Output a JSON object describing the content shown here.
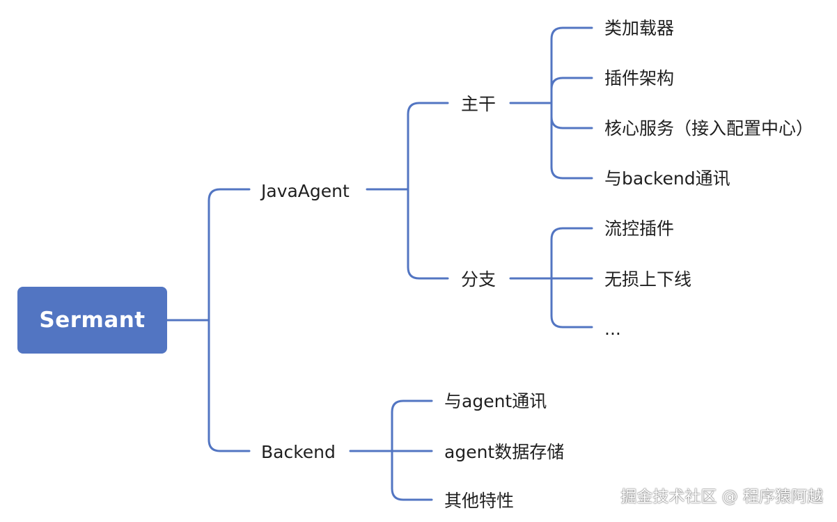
{
  "root": {
    "label": "Sermant"
  },
  "javaagent": {
    "label": "JavaAgent",
    "trunk": {
      "label": "主干",
      "items": [
        "类加载器",
        "插件架构",
        "核心服务（接入配置中心）",
        "与backend通讯"
      ]
    },
    "branch": {
      "label": "分支",
      "items": [
        "流控插件",
        "无损上下线",
        "..."
      ]
    }
  },
  "backend": {
    "label": "Backend",
    "items": [
      "与agent通讯",
      "agent数据存储",
      "其他特性"
    ]
  },
  "watermark": "掘金技术社区 @ 程序猿阿越",
  "colors": {
    "accent": "#5275c2",
    "text": "#1f1f1f",
    "background": "#ffffff"
  }
}
